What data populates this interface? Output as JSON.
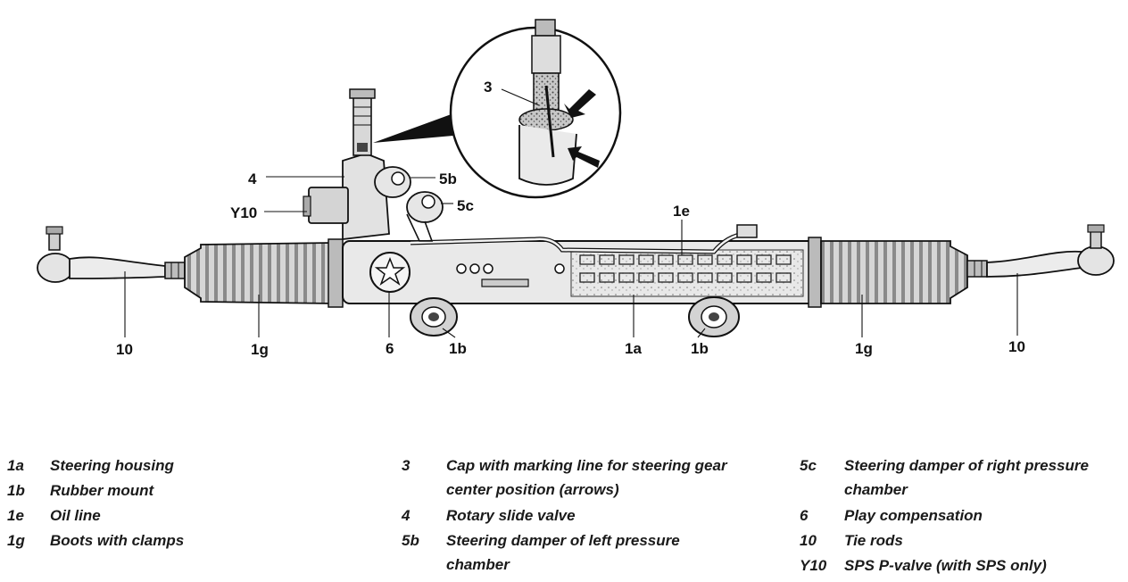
{
  "callouts": {
    "c3": "3",
    "c4": "4",
    "c5b": "5b",
    "c5c": "5c",
    "cY10": "Y10",
    "c1e": "1e",
    "c10_left": "10",
    "c1g_left": "1g",
    "c6": "6",
    "c1b_left": "1b",
    "c1a": "1a",
    "c1b_right": "1b",
    "c1g_right": "1g",
    "c10_right": "10"
  },
  "legend": [
    {
      "key": "1a",
      "text": "Steering housing"
    },
    {
      "key": "1b",
      "text": "Rubber mount"
    },
    {
      "key": "1e",
      "text": "Oil line"
    },
    {
      "key": "1g",
      "text": "Boots with clamps"
    },
    {
      "key": "3",
      "text": "Cap with marking line for steering gear center position (arrows)"
    },
    {
      "key": "4",
      "text": "Rotary slide valve"
    },
    {
      "key": "5b",
      "text": "Steering damper of left pressure chamber"
    },
    {
      "key": "5c",
      "text": "Steering damper of right pressure chamber"
    },
    {
      "key": "6",
      "text": "Play compensation"
    },
    {
      "key": "10",
      "text": "Tie rods"
    },
    {
      "key": "Y10",
      "text": "SPS P-valve (with SPS only)"
    }
  ]
}
